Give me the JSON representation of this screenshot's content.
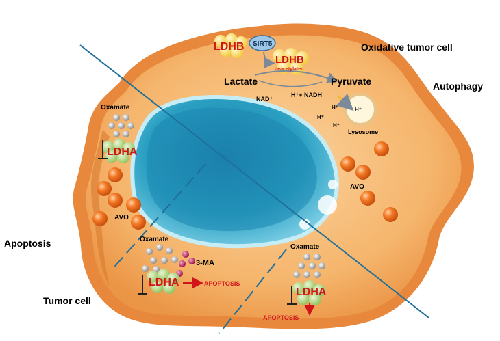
{
  "outer_labels": {
    "oxidative": "Oxidative tumor cell",
    "autophagy": "Autophagy",
    "apoptosis": "Apoptosis",
    "tumor_cell": "Tumor cell"
  },
  "top_pathway": {
    "ldhb": "LDHB",
    "sirt5": "SIRT5",
    "ldhb_deacetylated": "LDHB",
    "deacetylated": "deacetylated",
    "lactate": "Lactate",
    "pyruvate": "Pyruvate",
    "nad": "NAD⁺",
    "h_nadh": "H⁺+ NADH"
  },
  "autophagy_region": {
    "h1": "H⁺",
    "h2": "H⁺",
    "h3": "H⁺",
    "h_lysosome": "H⁺",
    "lysosome": "Lysosome",
    "avo": "AVO"
  },
  "left_region": {
    "oxamate": "Oxamate",
    "ldha": "LDHA",
    "avo": "AVO"
  },
  "bottom_left_region": {
    "oxamate": "Oxamate",
    "three_ma": "3-MA",
    "ldha": "LDHA",
    "apoptosis": "APOPTOSIS"
  },
  "bottom_right_region": {
    "oxamate": "Oxamate",
    "ldha": "LDHA",
    "apoptosis": "APOPTOSIS"
  },
  "colors": {
    "cytoplasm": "#f4b36b",
    "membrane": "#e8883c",
    "nucleus": "#2a9fc2",
    "ldh_text": "#d0161b",
    "ldh_cluster": "#b9d98a",
    "ldhb_cluster": "#ffe680",
    "avo": "#ef6a1c",
    "divider": "#1f6f9a"
  }
}
